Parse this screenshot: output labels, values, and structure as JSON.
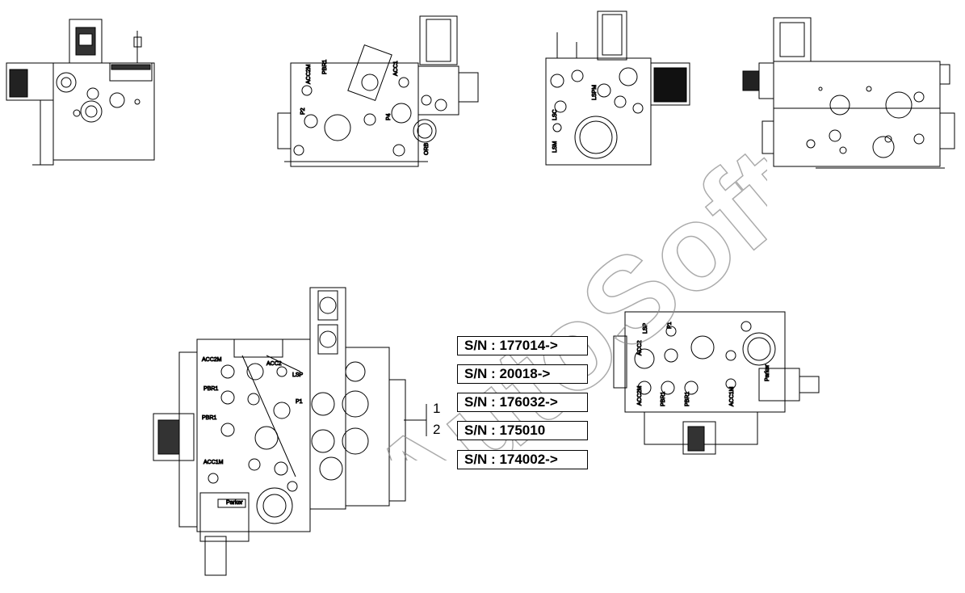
{
  "serial_numbers": [
    "S/N : 177014->",
    "S/N : 20018->",
    "S/N : 176032->",
    "S/N : 175010",
    "S/N : 174002->"
  ],
  "callouts": [
    "1",
    "2"
  ],
  "watermark": "AutoSoft",
  "port_labels": {
    "acc2m": "ACC2M",
    "acc2": "ACC2",
    "acc1m": "ACC1M",
    "acc1": "ACC1",
    "pbr1": "PBR1",
    "p1": "P1",
    "p2": "P2",
    "p4": "P4",
    "lsp": "LSP",
    "lspm": "LSPM",
    "lsm": "LSM",
    "lsc": "LSC",
    "orb": "ORB",
    "parker": "Parker"
  },
  "colors": {
    "line": "#000000",
    "background": "#ffffff"
  }
}
